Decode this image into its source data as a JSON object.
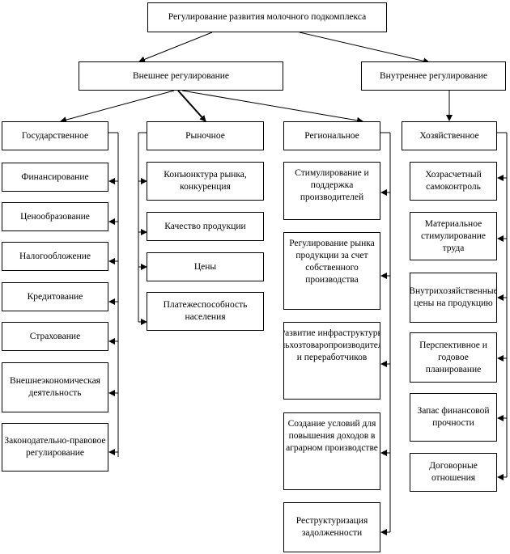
{
  "diagram": {
    "root": "Регулирование развития молочного подкомплекса",
    "external": "Внешнее регулирование",
    "internal": "Внутреннее регулирование",
    "branches": {
      "state": "Государственное",
      "market": "Рыночное",
      "regional": "Региональное",
      "economic": "Хозяйственное"
    },
    "state_items": [
      "Финансирование",
      "Ценообразование",
      "Налогообложение",
      "Кредитование",
      "Страхование",
      "Внешнеэкономическая деятельность",
      "Законодательно-правовое регулирование"
    ],
    "market_items": [
      "Конъюнктура рынка, конкуренция",
      "Качество продукции",
      "Цены",
      "Платежеспособность населения"
    ],
    "regional_items": [
      "Стимулирование и поддержка производителей",
      "Регулирование рынка продукции за счет собственного производства",
      "Развитие инфраструктуры сельхозтоваропроизводителей и переработчиков",
      "Создание условий для повышения доходов в аграрном производстве",
      "Реструктуризация задолженности"
    ],
    "economic_items": [
      "Хозрасчетный самоконтроль",
      "Материальное стимулирование труда",
      "Внутрихозяйственные цены на продукцию",
      "Перспективное и годовое планирование",
      "Запас финансовой прочности",
      "Договорные отношения"
    ]
  }
}
